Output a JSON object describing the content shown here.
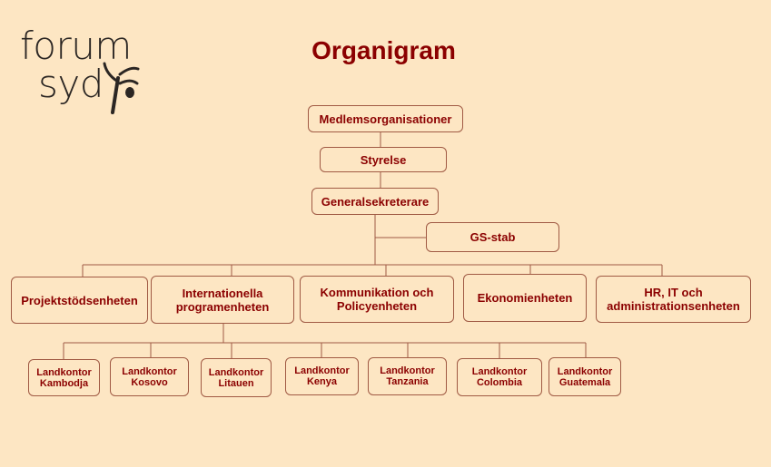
{
  "logo": {
    "line1": "forum",
    "line2": "syd"
  },
  "title": "Organigram",
  "nodes": {
    "medlem": "Medlemsorganisationer",
    "styrelse": "Styrelse",
    "gs": "Generalsekreterare",
    "gsstab": "GS-stab",
    "projekt": "Projektstödsenheten",
    "internationella": "Internationella programenheten",
    "kommunikation": "Kommunikation och Policyenheten",
    "ekonomi": "Ekonomienheten",
    "hr": "HR, IT och administrationsenheten",
    "kambodja": "Landkontor Kambodja",
    "kosovo": "Landkontor Kosovo",
    "litauen": "Landkontor Litauen",
    "kenya": "Landkontor Kenya",
    "tanzania": "Landkontor Tanzania",
    "colombia": "Landkontor Colombia",
    "guatemala": "Landkontor Guatemala"
  },
  "colors": {
    "background": "#fde6c3",
    "text": "#8b0000",
    "border": "#a05a44",
    "logo": "#2b2623"
  }
}
